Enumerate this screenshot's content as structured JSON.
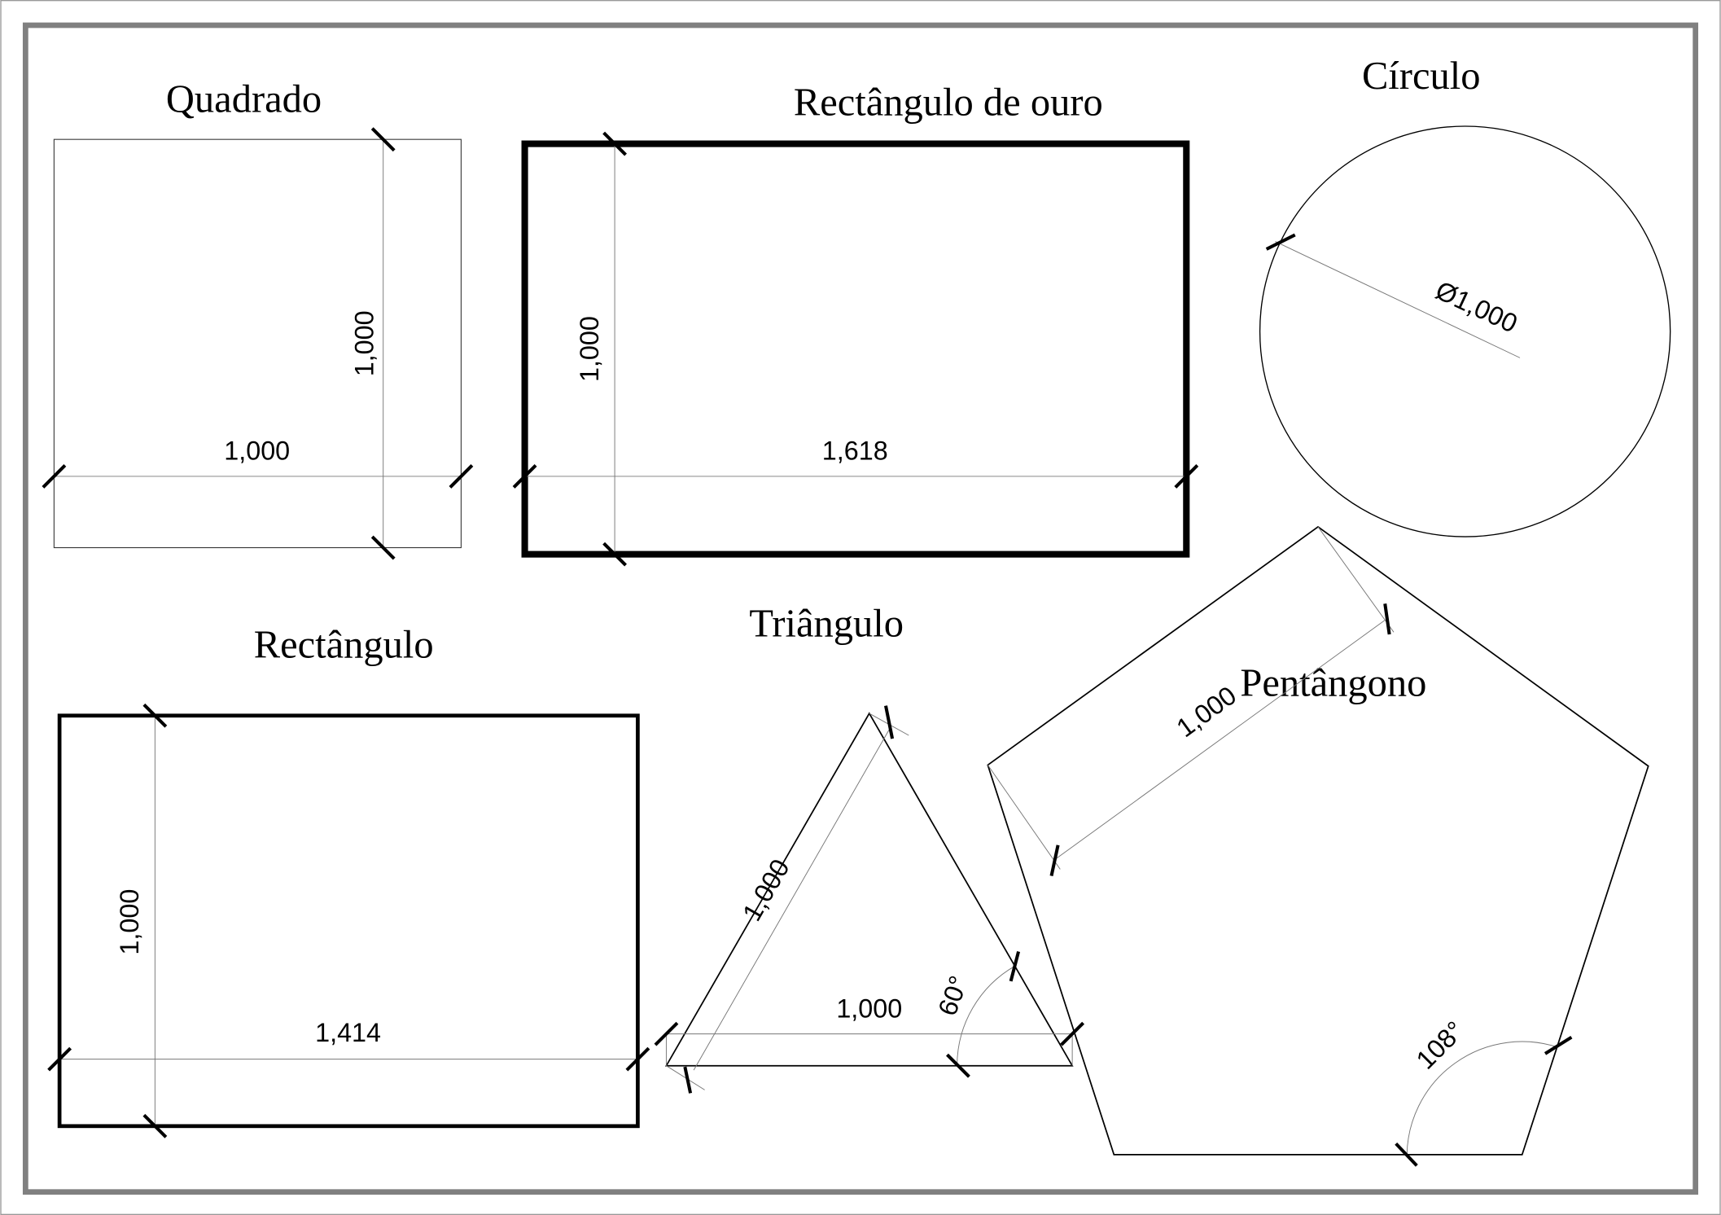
{
  "shapes": {
    "square": {
      "title": "Quadrado",
      "width_label": "1,000",
      "height_label": "1,000"
    },
    "golden_rectangle": {
      "title": "Rectângulo de ouro",
      "width_label": "1,618",
      "height_label": "1,000"
    },
    "circle": {
      "title": "Círculo",
      "diameter_label": "Ø1,000"
    },
    "rectangle": {
      "title": "Rectângulo",
      "width_label": "1,414",
      "height_label": "1,000"
    },
    "triangle": {
      "title": "Triângulo",
      "base_label": "1,000",
      "side_label": "1,000",
      "angle_label": "60°"
    },
    "pentagon": {
      "title": "Pentângono",
      "side_label": "1,000",
      "angle_label": "108°"
    }
  }
}
